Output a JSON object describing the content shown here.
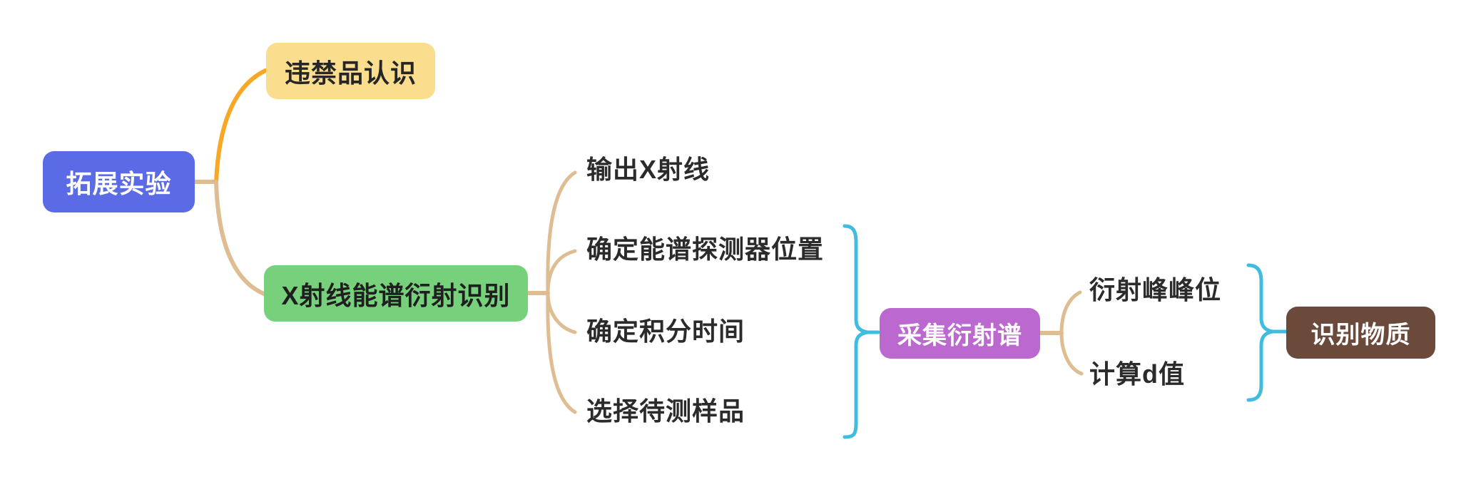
{
  "diagram": {
    "type": "mindmap",
    "root": {
      "label": "拓展实验"
    },
    "branch_contraband": {
      "label": "违禁品认识"
    },
    "branch_xrd": {
      "label": "X射线能谱衍射识别"
    },
    "xrd_steps": [
      {
        "label": "输出X射线"
      },
      {
        "label": "确定能谱探测器位置"
      },
      {
        "label": "确定积分时间"
      },
      {
        "label": "选择待测样品"
      }
    ],
    "collect": {
      "label": "采集衍射谱"
    },
    "collect_outputs": [
      {
        "label": "衍射峰峰位"
      },
      {
        "label": "计算d值"
      }
    ],
    "identify": {
      "label": "识别物质"
    }
  },
  "colors": {
    "root_bg": "#5A6BE5",
    "contraband_bg": "#FADE8D",
    "xrd_bg": "#77D07C",
    "collect_bg": "#BB69CF",
    "identify_bg": "#6B4A3C",
    "branch_orange": "#F9A825",
    "branch_tan": "#DFBD92",
    "brace_cyan": "#3FBCDF",
    "text_dark": "#262626",
    "text_light": "#FFFFFF"
  }
}
